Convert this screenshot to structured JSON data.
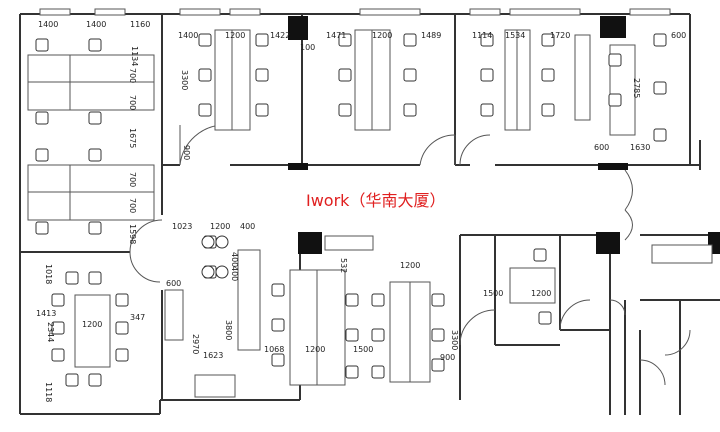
{
  "title": "Iwork（华南大厦）",
  "colors": {
    "title": "#e02020",
    "line": "#333333",
    "column": "#111111"
  },
  "dims": {
    "top_1400_a": "1400",
    "top_1400_b": "1400",
    "top_1160": "1160",
    "left_1134": "1134",
    "w_1400": "1400",
    "w_1200_a": "1200",
    "w_1422": "1422",
    "w_100": "100",
    "w_1471": "1471",
    "w_1200_b": "1200",
    "w_1489": "1489",
    "w_1114": "1114",
    "w_1534": "1534",
    "w_1720": "1720",
    "w_600_r": "600",
    "v_700_a": "700",
    "v_700_b": "700",
    "v_1675": "1675",
    "v_700_c": "700",
    "v_700_d": "700",
    "v_1598": "1598",
    "v_3300": "3300",
    "v_900": "900",
    "v_2785": "2785",
    "w_600_b": "600",
    "w_1630": "1630",
    "w_1023": "1023",
    "w_1200_c": "1200",
    "w_400_a": "400",
    "w_600_m": "600",
    "v_1018": "1018",
    "v_1413": "1413",
    "w_1200_d": "1200",
    "v_347": "347",
    "v_2344": "2344",
    "v_1118": "1118",
    "v_400_b": "400",
    "v_400_c": "400",
    "v_3800": "3800",
    "v_2970": "2970",
    "w_1623": "1623",
    "v_532": "532",
    "w_1200_e": "1200",
    "w_1068": "1068",
    "w_1200_f": "1200",
    "w_1500_a": "1500",
    "w_900_b": "900",
    "v_3300_b": "3300",
    "w_1500_b": "1500",
    "w_1200_g": "1200"
  }
}
